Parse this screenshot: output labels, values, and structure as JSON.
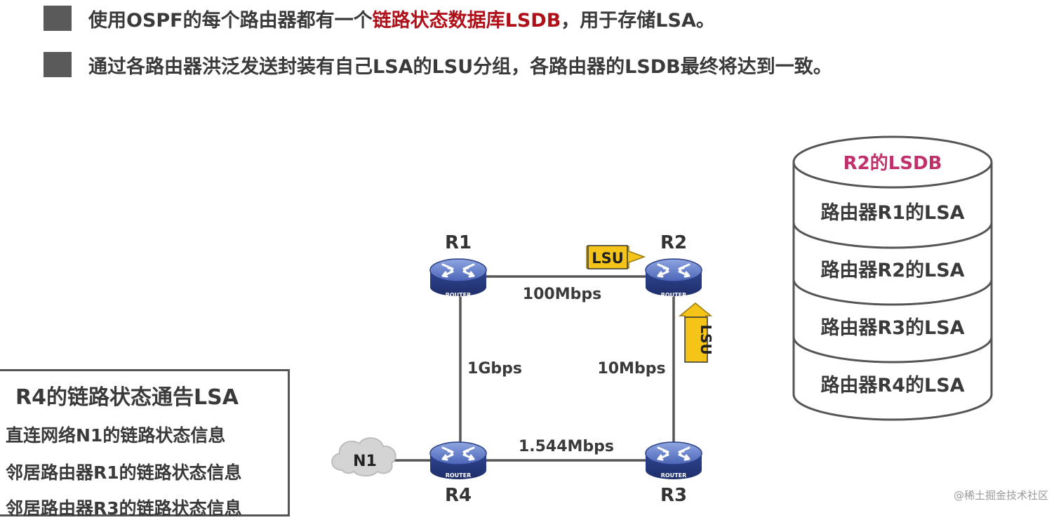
{
  "bullets": [
    {
      "pre": "使用OSPF的每个路由器都有一个",
      "highlight": "链路状态数据库LSDB",
      "post": "，用于存储LSA。"
    },
    {
      "text": "通过各路由器洪泛发送封装有自己LSA的LSU分组，各路由器的LSDB最终将达到一致。"
    }
  ],
  "routers": {
    "r1": "R1",
    "r2": "R2",
    "r3": "R3",
    "r4": "R4",
    "icon_text": "ROUTER"
  },
  "links": {
    "r1_r2": "100Mbps",
    "r1_r4": "1Gbps",
    "r2_r3": "10Mbps",
    "r4_r3": "1.544Mbps"
  },
  "network": {
    "n1": "N1"
  },
  "lsu_label": "LSU",
  "lsdb": {
    "title": "R2的LSDB",
    "entries": [
      "路由器R1的LSA",
      "路由器R2的LSA",
      "路由器R3的LSA",
      "路由器R4的LSA"
    ]
  },
  "lsa_box": {
    "title": "R4的链路状态通告LSA",
    "rows": [
      "直连网络N1的链路状态信息",
      "邻居路由器R1的链路状态信息",
      "邻居路由器R3的链路状态信息"
    ]
  },
  "watermark": "@稀土掘金技术社区",
  "colors": {
    "highlight": "#b0101a",
    "lsdb_title": "#c0306a",
    "lsu_fill": "#f4c518",
    "router": "#3c55a8"
  }
}
